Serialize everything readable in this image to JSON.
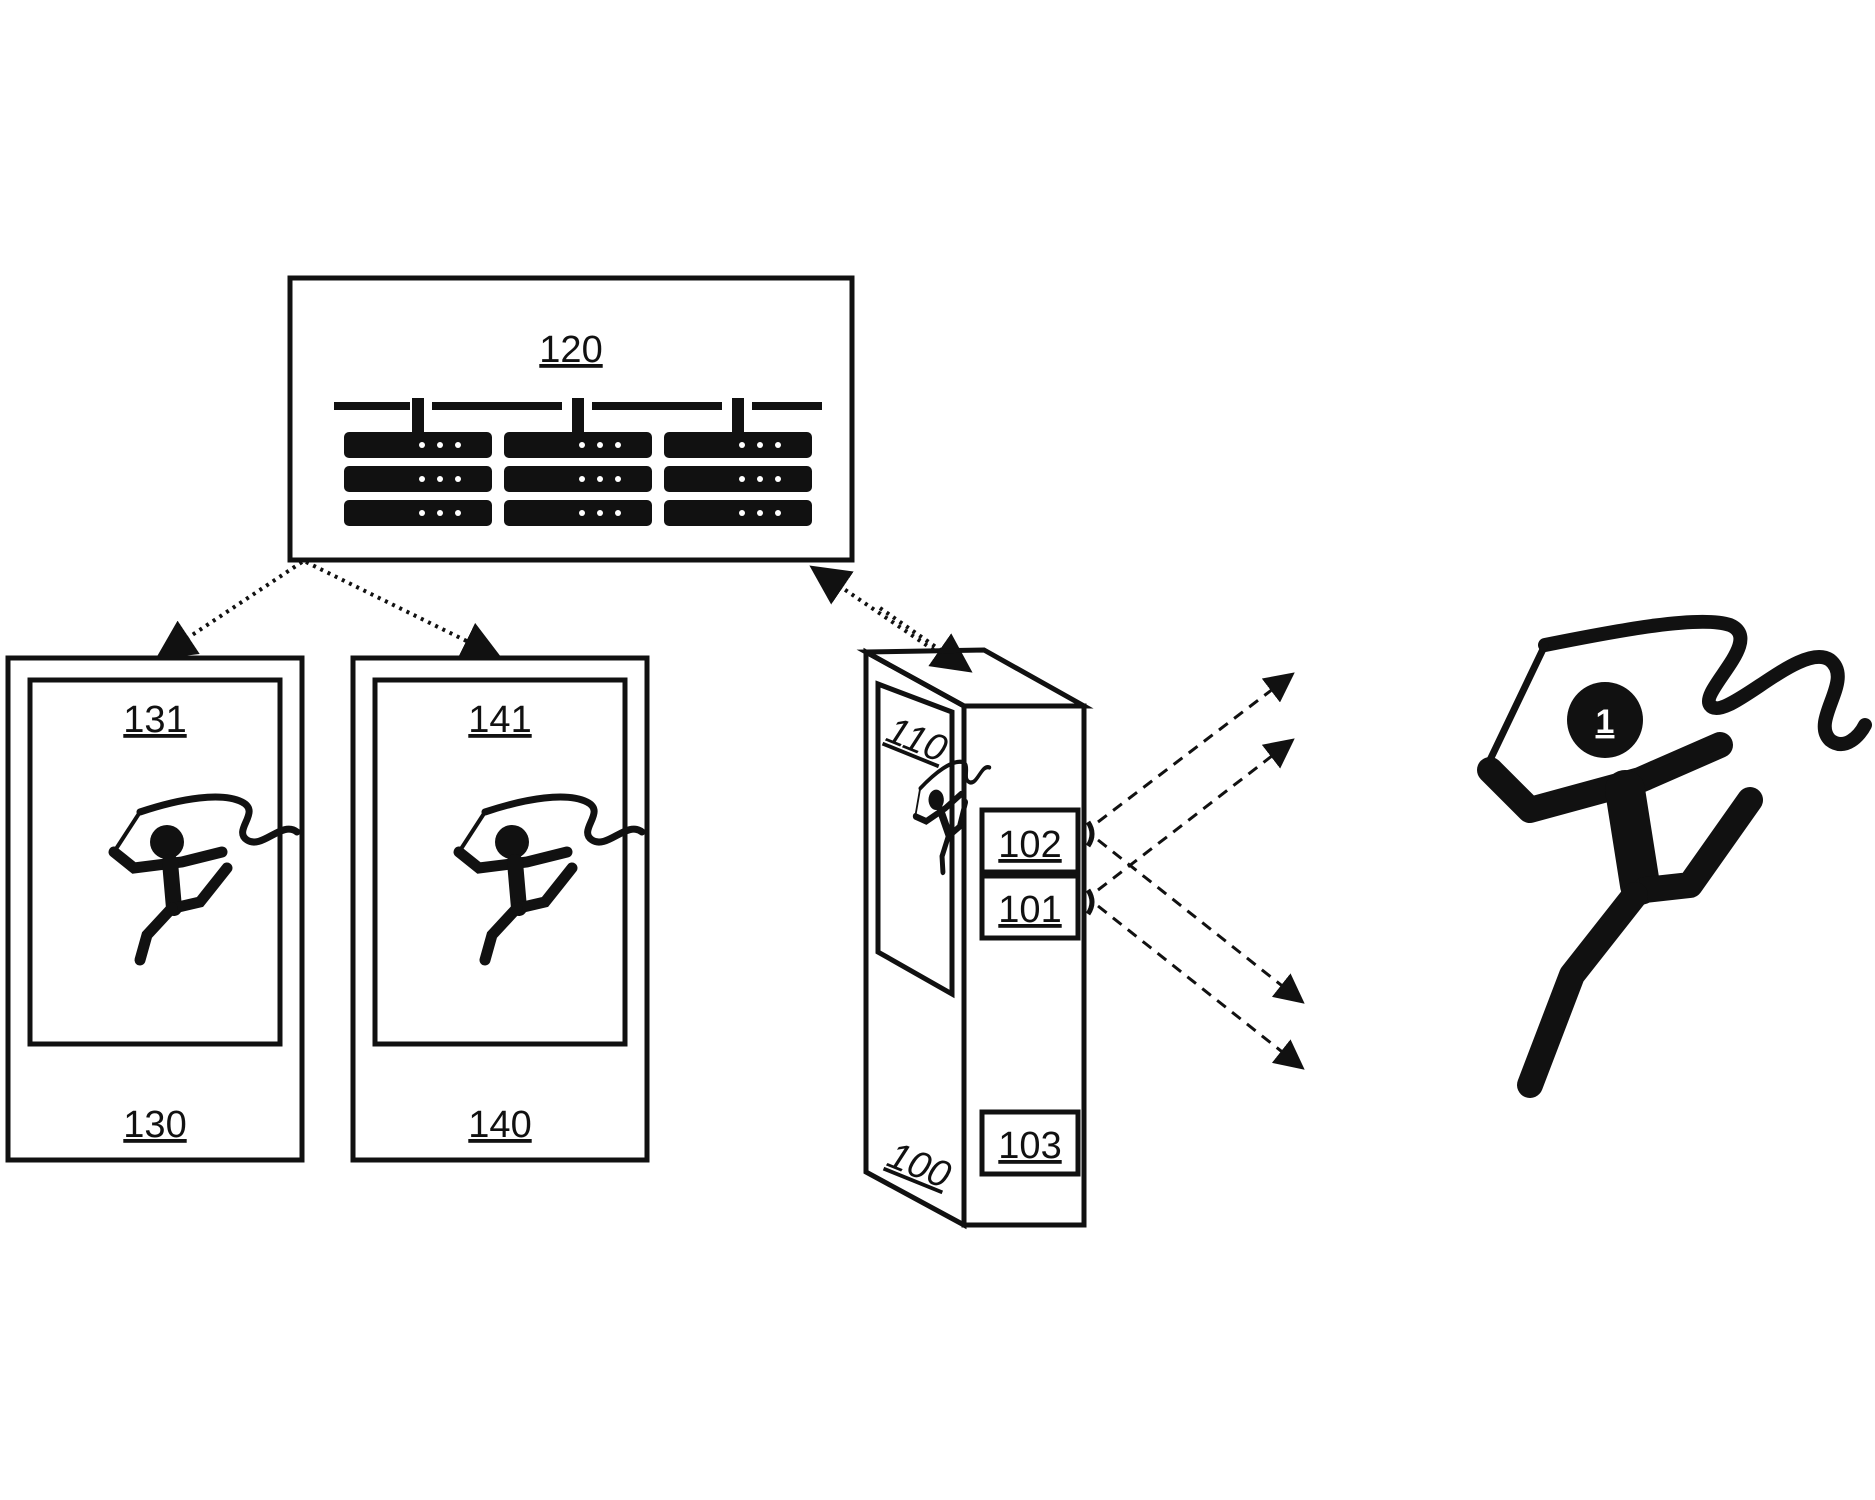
{
  "colors": {
    "ink": "#111111",
    "background": "#ffffff"
  },
  "labels": {
    "server": "120",
    "client1_screen": "131",
    "client1_device": "130",
    "client2_screen": "141",
    "client2_device": "140",
    "camera_display": "110",
    "camera_device": "100",
    "sensor_top": "102",
    "sensor_mid": "101",
    "sensor_bottom": "103",
    "performer": "1"
  },
  "icons": [
    "server-rack-icon",
    "gymnast-ribbon-icon",
    "camera-device-icon"
  ]
}
